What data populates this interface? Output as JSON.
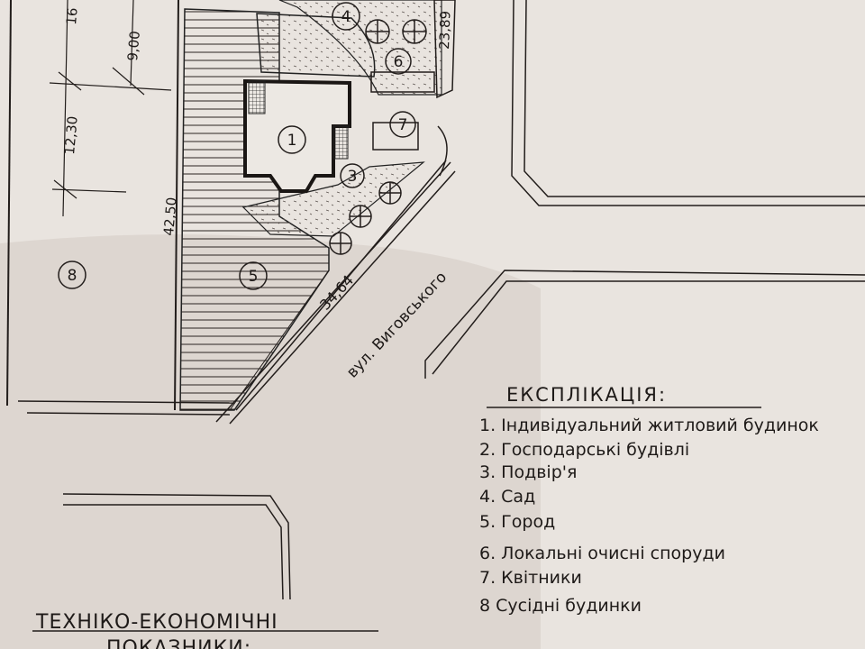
{
  "plan": {
    "dimensions": {
      "top_partial": "16",
      "d900": "9,00",
      "d1230": "12,30",
      "d4250": "42,50",
      "d3464": "34,64",
      "d2389": "23,89"
    },
    "street_label": "вул. Виговського",
    "zone_markers": [
      "1",
      "3",
      "4",
      "5",
      "6",
      "7",
      "8"
    ]
  },
  "legend": {
    "title": "ЕКСПЛІКАЦІЯ:",
    "items": [
      "1. Індивідуальний житловий будинок",
      "2. Господарські будівлі",
      "3. Подвір'я",
      "4. Сад",
      "5. Город",
      "6. Локальні очисні споруди",
      "7. Квітники",
      "8  Сусідні будинки"
    ]
  },
  "indicators": {
    "title_line1": "ТЕХНІКО-ЕКОНОМІЧНІ",
    "title_line2": "ПОКАЗНИКИ:"
  },
  "colors": {
    "paper": "#e9e4df",
    "ink": "#221d1b",
    "shadow": "#cfc6c0"
  }
}
